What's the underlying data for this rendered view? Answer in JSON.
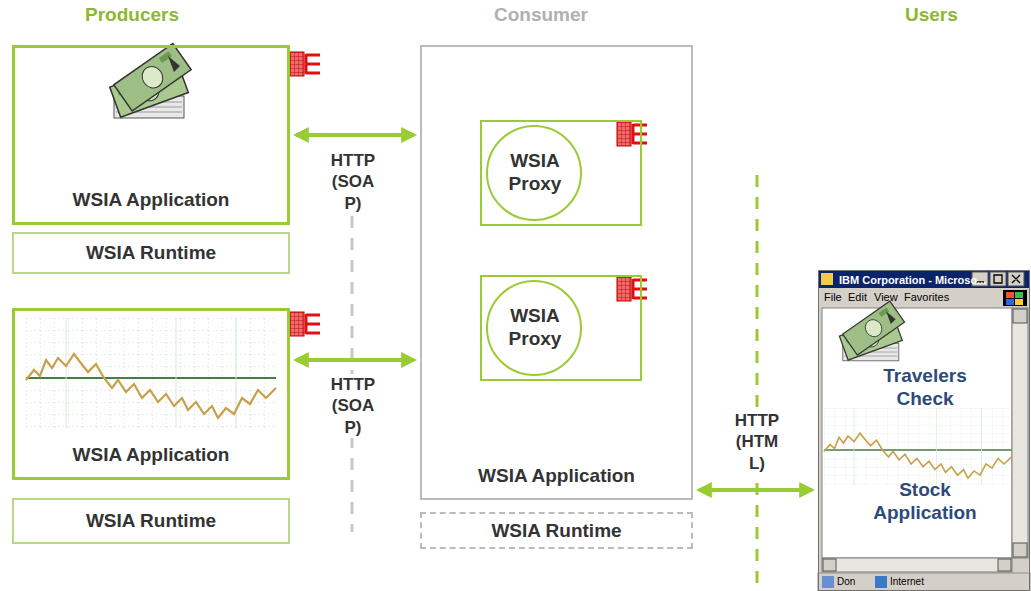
{
  "diagram": {
    "nodes": [
      {
        "text": [
          "WSIA Application"
        ]
      },
      {
        "text": [
          "WSIA Runtime"
        ]
      },
      {
        "text": [
          "WSIA Application"
        ]
      },
      {
        "text": [
          "WSIA Runtime"
        ]
      },
      {
        "text": [
          "WSIA Application"
        ]
      },
      {
        "text": [
          "WSIA Proxy"
        ],
        "in": 4
      },
      {
        "text": [
          "WSIA Proxy"
        ],
        "in": 4
      },
      {
        "text": [
          "WSIA Runtime"
        ]
      },
      {
        "text": [
          "IBM Corporation - Microso...",
          "Travelers Check",
          "Stock Application"
        ]
      }
    ],
    "edges": [
      {
        "from": 0,
        "to": 4,
        "arrow": "both",
        "label": "HTTP (SOAP)"
      },
      {
        "from": 2,
        "to": 4,
        "arrow": "both",
        "label": "HTTP (SOAP)"
      },
      {
        "from": 4,
        "to": 8,
        "arrow": "both",
        "label": "HTTP (HTML)"
      }
    ],
    "labels": [
      "Producers",
      "Consumer",
      "Users",
      "File",
      "Edit",
      "View",
      "Favorites",
      "Don",
      "Internet"
    ]
  }
}
